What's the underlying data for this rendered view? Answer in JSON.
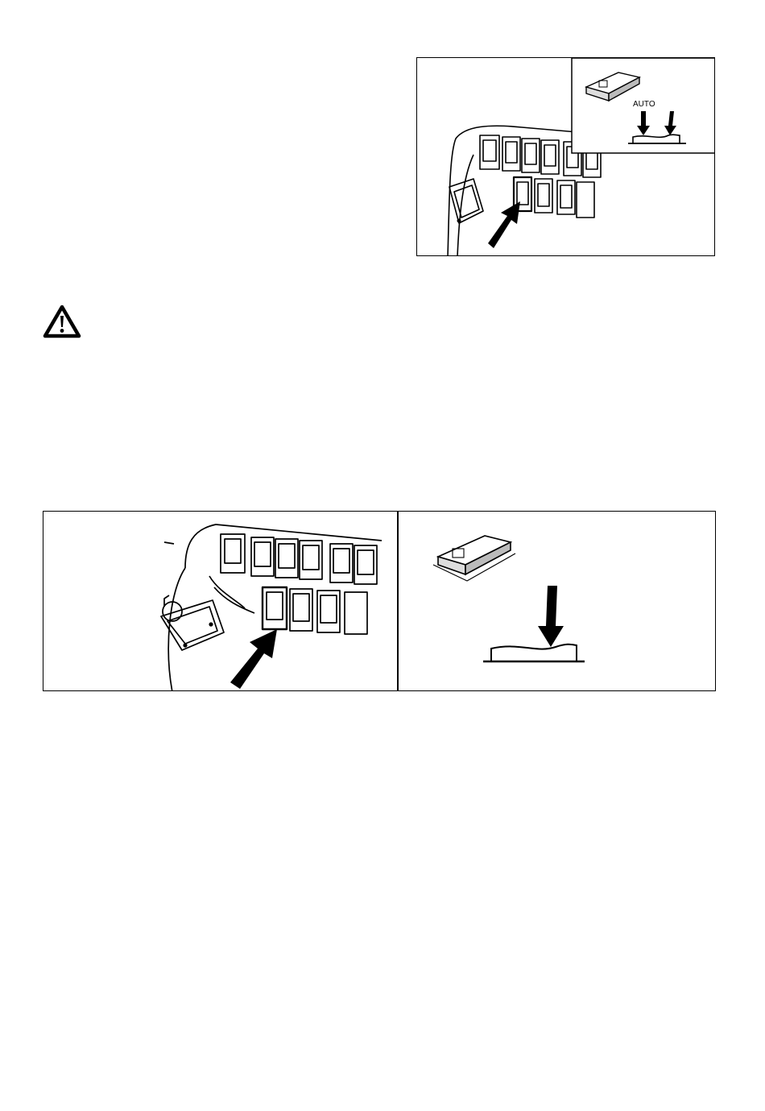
{
  "page": {
    "figure1": {
      "inset_label": "AUTO",
      "icons": [
        "switch-panel",
        "rocker-switch-auto",
        "arrow-pointer"
      ]
    },
    "warning": {
      "icon": "warning-triangle-icon"
    },
    "figure2": {
      "icons": [
        "switch-panel",
        "rocker-switch-pressed",
        "arrow-pointer"
      ]
    }
  }
}
